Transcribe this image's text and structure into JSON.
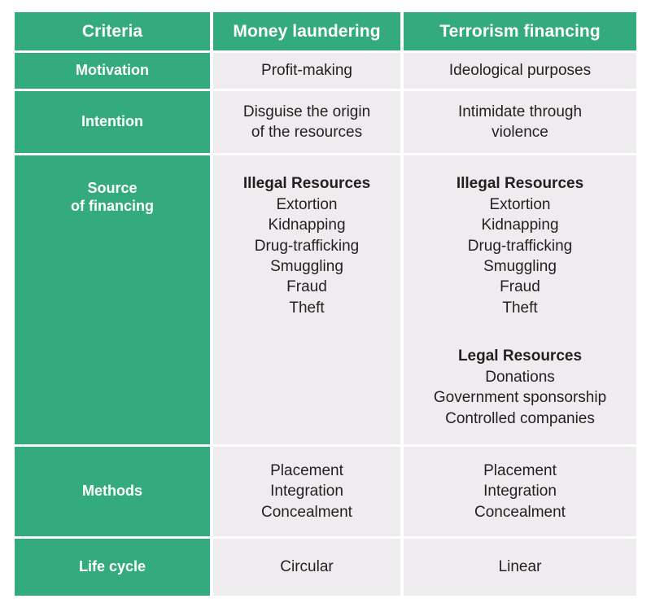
{
  "table": {
    "colors": {
      "header_green": "#34ab7e",
      "cell_background": "#efecf0",
      "header_text": "#ffffff",
      "body_text": "#231f20",
      "page_background": "#ffffff"
    },
    "columns": [
      {
        "key": "criteria",
        "label": "Criteria"
      },
      {
        "key": "money_laundering",
        "label": "Money laundering"
      },
      {
        "key": "terrorism_financing",
        "label": "Terrorism financing"
      }
    ],
    "rows": [
      {
        "label": "Motivation",
        "money_laundering": {
          "lines": [
            "Profit-making"
          ]
        },
        "terrorism_financing": {
          "lines": [
            "Ideological purposes"
          ]
        }
      },
      {
        "label": "Intention",
        "money_laundering": {
          "lines": [
            "Disguise the origin",
            "of the resources"
          ]
        },
        "terrorism_financing": {
          "lines": [
            "Intimidate through",
            "violence"
          ]
        }
      },
      {
        "label": "Source\nof financing",
        "label_line1": "Source",
        "label_line2": "of financing",
        "money_laundering": {
          "groups": [
            {
              "title": "Illegal Resources",
              "items": [
                "Extortion",
                "Kidnapping",
                "Drug-trafficking",
                "Smuggling",
                "Fraud",
                "Theft"
              ]
            }
          ]
        },
        "terrorism_financing": {
          "groups": [
            {
              "title": "Illegal Resources",
              "items": [
                "Extortion",
                "Kidnapping",
                "Drug-trafficking",
                "Smuggling",
                "Fraud",
                "Theft"
              ]
            },
            {
              "title": "Legal Resources",
              "items": [
                "Donations",
                "Government sponsorship",
                "Controlled companies"
              ]
            }
          ]
        }
      },
      {
        "label": "Methods",
        "money_laundering": {
          "lines": [
            "Placement",
            "Integration",
            "Concealment"
          ]
        },
        "terrorism_financing": {
          "lines": [
            "Placement",
            "Integration",
            "Concealment"
          ]
        }
      },
      {
        "label": "Life cycle",
        "money_laundering": {
          "lines": [
            "Circular"
          ]
        },
        "terrorism_financing": {
          "lines": [
            "Linear"
          ]
        }
      }
    ]
  }
}
